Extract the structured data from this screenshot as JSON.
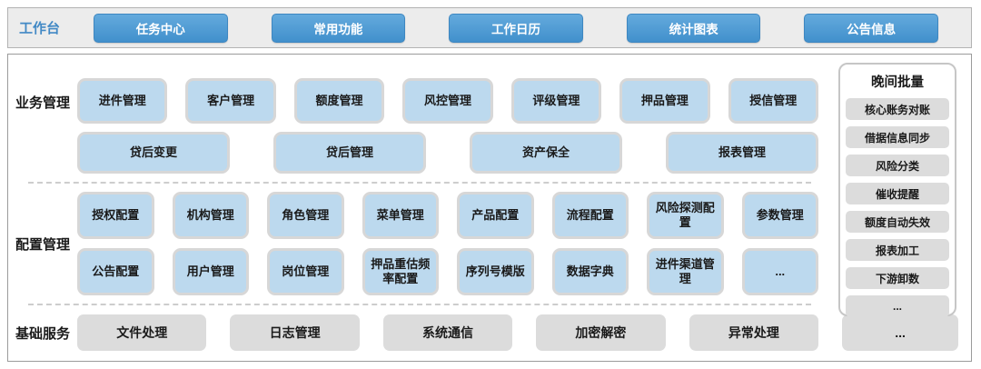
{
  "topbar": {
    "label": "工作台",
    "buttons": [
      "任务中心",
      "常用功能",
      "工作日历",
      "统计图表",
      "公告信息"
    ]
  },
  "business": {
    "label": "业务管理",
    "row1": [
      "进件管理",
      "客户管理",
      "额度管理",
      "风控管理",
      "评级管理",
      "押品管理",
      "授信管理"
    ],
    "row2": [
      "贷后变更",
      "贷后管理",
      "资产保全",
      "报表管理"
    ]
  },
  "config": {
    "label": "配置管理",
    "row1": [
      "授权配置",
      "机构管理",
      "角色管理",
      "菜单管理",
      "产品配置",
      "流程配置",
      "风险探测配置",
      "参数管理"
    ],
    "row2": [
      "公告配置",
      "用户管理",
      "岗位管理",
      "押品重估频率配置",
      "序列号模版",
      "数据字典",
      "进件渠道管理",
      "..."
    ]
  },
  "basic": {
    "label": "基础服务",
    "items": [
      "文件处理",
      "日志管理",
      "系统通信",
      "加密解密",
      "异常处理",
      "..."
    ]
  },
  "night_batch": {
    "title": "晚间批量",
    "items": [
      "核心账务对账",
      "借据信息同步",
      "风险分类",
      "催收提醒",
      "额度自动失效",
      "报表加工",
      "下游卸数",
      "..."
    ]
  },
  "colors": {
    "topbar_button_blue": "#4e9ad5",
    "module_box_blue": "#bcd9ee",
    "gray_box": "#dcdcdc",
    "workbench_label_blue": "#4289c5"
  }
}
